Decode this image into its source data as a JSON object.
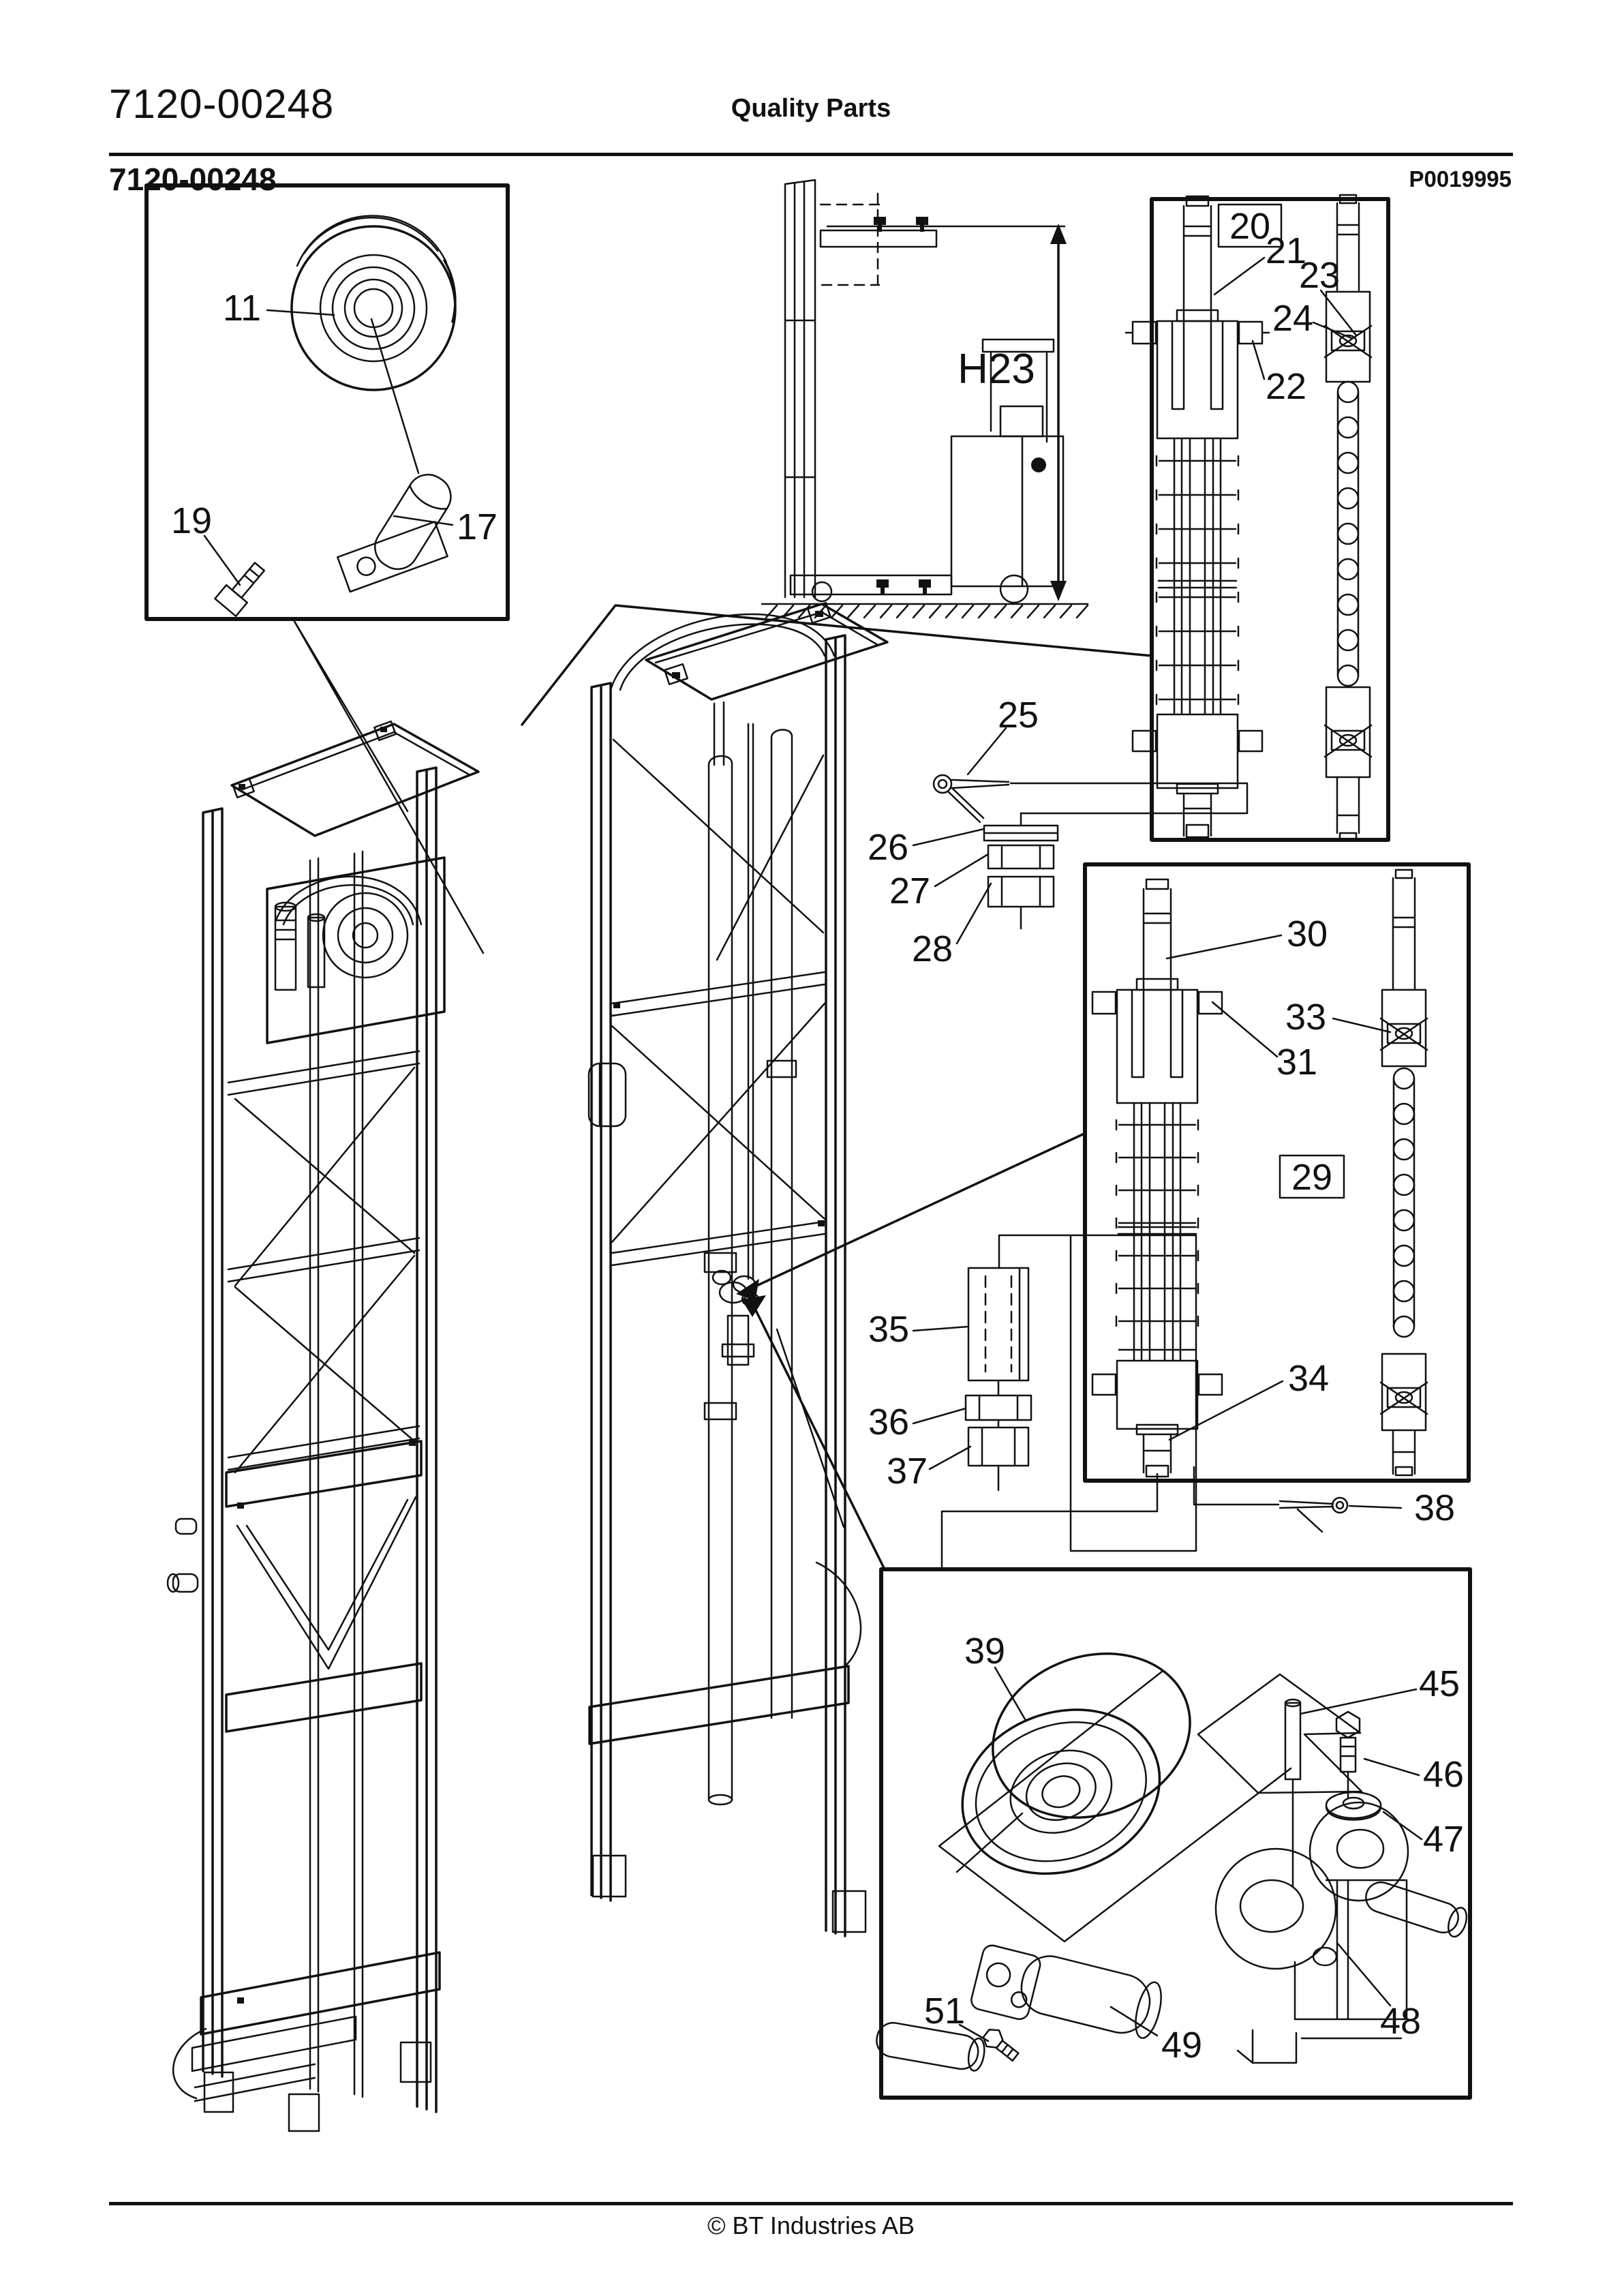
{
  "colors": {
    "ink": "#111111",
    "paper": "#ffffff"
  },
  "page": {
    "header_left": "7120-00248",
    "header_center": "Quality Parts",
    "title": "7120-00248",
    "plate_code": "P0019995",
    "footer_copyright": "© BT Industries AB"
  },
  "figure": {
    "dimension_label": "H23",
    "callouts": [
      {
        "label": "11",
        "boxed": false
      },
      {
        "label": "17",
        "boxed": false
      },
      {
        "label": "19",
        "boxed": false
      },
      {
        "label": "20",
        "boxed": true
      },
      {
        "label": "21",
        "boxed": false
      },
      {
        "label": "22",
        "boxed": false
      },
      {
        "label": "23",
        "boxed": false
      },
      {
        "label": "24",
        "boxed": false
      },
      {
        "label": "25",
        "boxed": false
      },
      {
        "label": "26",
        "boxed": false
      },
      {
        "label": "27",
        "boxed": false
      },
      {
        "label": "28",
        "boxed": false
      },
      {
        "label": "29",
        "boxed": true
      },
      {
        "label": "30",
        "boxed": false
      },
      {
        "label": "31",
        "boxed": false
      },
      {
        "label": "33",
        "boxed": false
      },
      {
        "label": "34",
        "boxed": false
      },
      {
        "label": "35",
        "boxed": false
      },
      {
        "label": "36",
        "boxed": false
      },
      {
        "label": "37",
        "boxed": false
      },
      {
        "label": "38",
        "boxed": false
      },
      {
        "label": "39",
        "boxed": false
      },
      {
        "label": "45",
        "boxed": false
      },
      {
        "label": "46",
        "boxed": false
      },
      {
        "label": "47",
        "boxed": false
      },
      {
        "label": "48",
        "boxed": false
      },
      {
        "label": "49",
        "boxed": false
      },
      {
        "label": "51",
        "boxed": false
      }
    ]
  }
}
